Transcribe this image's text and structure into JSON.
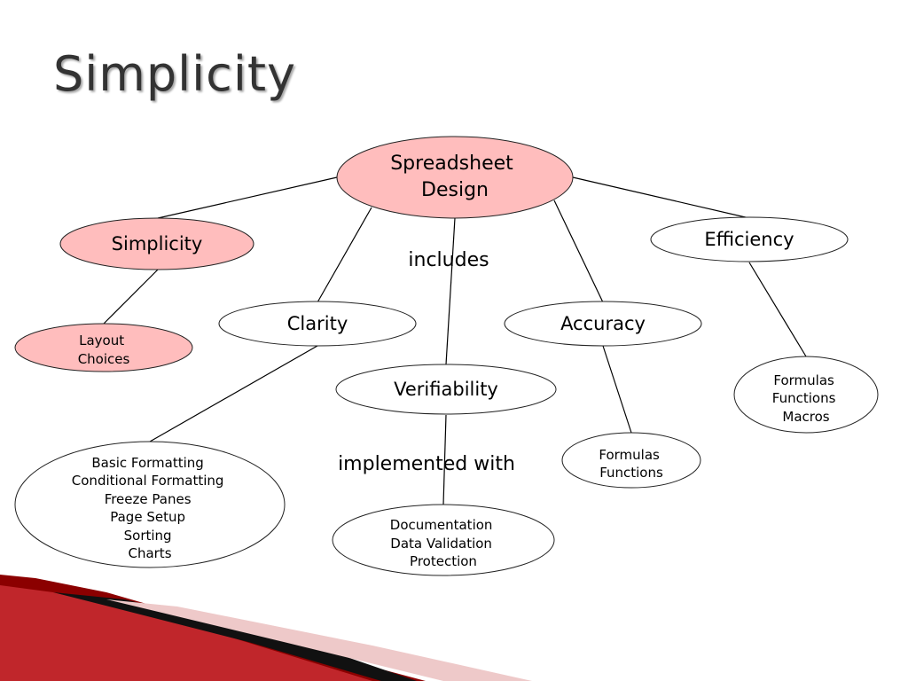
{
  "title": "Simplicity",
  "colors": {
    "highlight_fill": "#ffbdbd",
    "plain_fill": "#ffffff",
    "stroke": "#222222",
    "title_color": "#333333",
    "accent_dark": "#8b0000",
    "accent_red": "#c0262b",
    "accent_pale": "#eec9c9"
  },
  "nodes": {
    "root": [
      "Spreadsheet",
      "Design"
    ],
    "simplicity": [
      "Simplicity"
    ],
    "efficiency": [
      "Efficiency"
    ],
    "clarity": [
      "Clarity"
    ],
    "accuracy": [
      "Accuracy"
    ],
    "verifiability": [
      "Verifiability"
    ],
    "layout": [
      "Layout",
      "Choices"
    ],
    "formatting": [
      "Basic Formatting",
      "Conditional Formatting",
      "Freeze Panes",
      "Page Setup",
      "Sorting",
      "Charts"
    ],
    "documentation": [
      "Documentation",
      "Data Validation",
      "Protection"
    ],
    "acc_detail": [
      "Formulas",
      "Functions"
    ],
    "eff_detail": [
      "Formulas",
      "Functions",
      "Macros"
    ]
  },
  "connectors": {
    "includes": "includes",
    "implemented_with": "implemented with"
  }
}
